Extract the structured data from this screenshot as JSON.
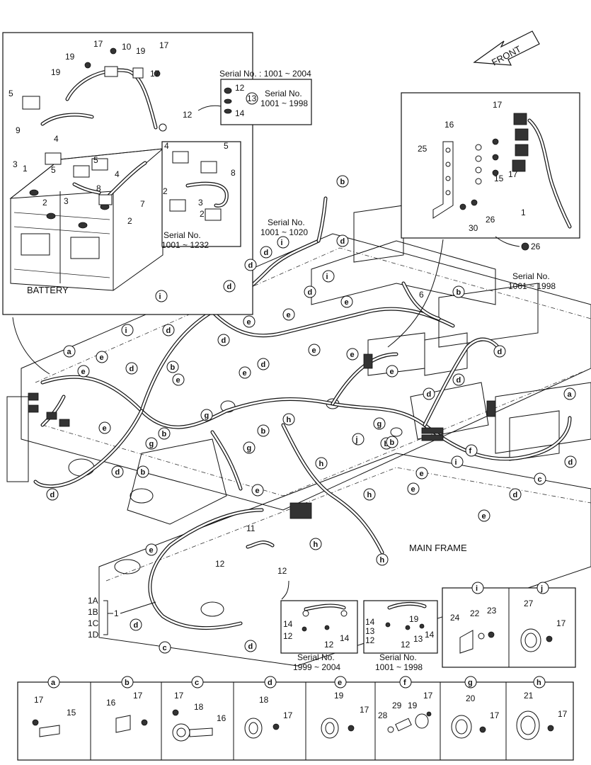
{
  "front_label": "FRONT",
  "battery_box": {
    "title": "BATTERY",
    "serial_label": "Serial No.",
    "serial_range": "1001 ~ 1232",
    "callouts": [
      "17",
      "10",
      "19",
      "17",
      "17",
      "19",
      "19",
      "5",
      "12",
      "9",
      "4",
      "5",
      "3",
      "1",
      "5",
      "4",
      "8",
      "2",
      "3",
      "7",
      "2",
      "4",
      "5",
      "8",
      "2",
      "3",
      "2"
    ]
  },
  "serial_box_top": {
    "label": "Serial No. : 1001 ~ 2004",
    "sub_label": "Serial No.",
    "sub_range": "1001 ~ 1998",
    "items": [
      "12",
      "13",
      "14"
    ]
  },
  "ground_box": {
    "callouts": [
      "17",
      "16",
      "25",
      "17",
      "15",
      "1",
      "26",
      "30"
    ],
    "serial_label": "Serial No.",
    "serial_range": "1001 ~ 1998",
    "extra_callout": "26"
  },
  "main": {
    "title": "MAIN FRAME",
    "serial_label": "Serial No.",
    "serial_range": "1001 ~ 1020",
    "callouts": [
      "6",
      "11",
      "12",
      "12",
      "1"
    ],
    "harness_ids": [
      "1A",
      "1B",
      "1C",
      "1D"
    ]
  },
  "cable_boxes": [
    {
      "serial_label": "Serial No.",
      "serial_range": "1999 ~ 2004",
      "callouts": [
        "14",
        "12",
        "12",
        "14"
      ]
    },
    {
      "serial_label": "Serial No.",
      "serial_range": "1001 ~ 1998",
      "callouts": [
        "14",
        "13",
        "12",
        "19",
        "12",
        "13",
        "14"
      ]
    }
  ],
  "detail_ij": [
    {
      "letter": "i",
      "callouts": [
        "24",
        "22",
        "23"
      ]
    },
    {
      "letter": "j",
      "callouts": [
        "27",
        "17"
      ]
    }
  ],
  "detail_row": [
    {
      "letter": "a",
      "callouts": [
        "17",
        "15"
      ]
    },
    {
      "letter": "b",
      "callouts": [
        "16",
        "17"
      ]
    },
    {
      "letter": "c",
      "callouts": [
        "17",
        "18",
        "16"
      ]
    },
    {
      "letter": "d",
      "callouts": [
        "18",
        "17"
      ]
    },
    {
      "letter": "e",
      "callouts": [
        "19",
        "17"
      ]
    },
    {
      "letter": "f",
      "callouts": [
        "28",
        "29",
        "19",
        "17"
      ]
    },
    {
      "letter": "g",
      "callouts": [
        "20",
        "17"
      ]
    },
    {
      "letter": "h",
      "callouts": [
        "21",
        "17"
      ]
    }
  ],
  "clip_tags": [
    "a",
    "b",
    "c",
    "d",
    "e",
    "f",
    "g",
    "h",
    "i",
    "j"
  ]
}
